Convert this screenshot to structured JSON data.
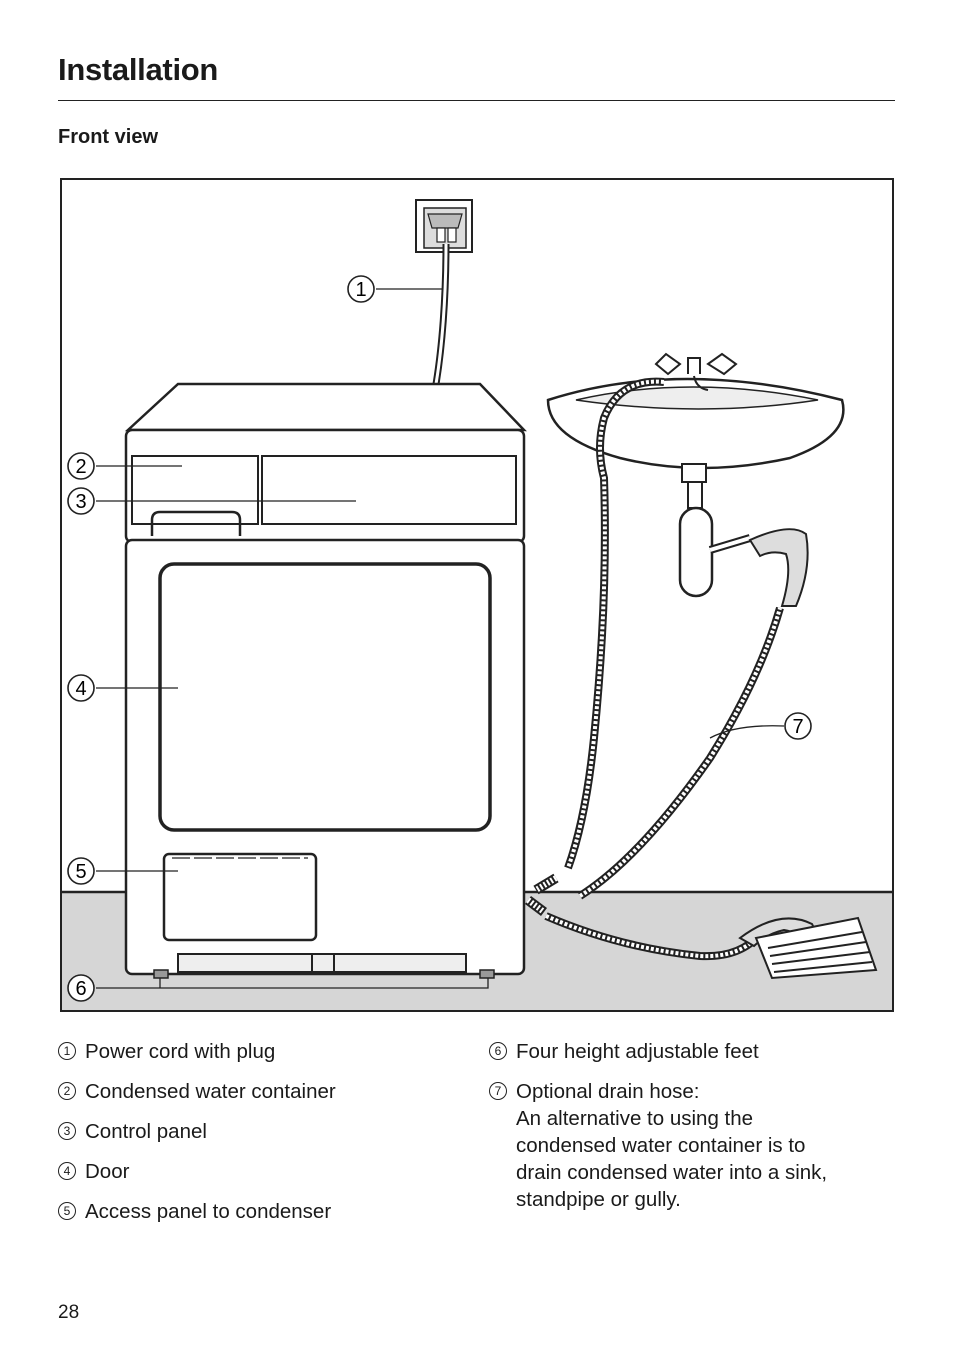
{
  "page": {
    "title": "Installation",
    "section_heading": "Front view",
    "page_number": "28"
  },
  "figure": {
    "callouts": [
      "1",
      "2",
      "3",
      "4",
      "5",
      "6",
      "7"
    ]
  },
  "legend": {
    "items": [
      {
        "num": "1",
        "text": "Power cord with plug"
      },
      {
        "num": "2",
        "text": "Condensed water container"
      },
      {
        "num": "3",
        "text": "Control panel"
      },
      {
        "num": "4",
        "text": "Door"
      },
      {
        "num": "5",
        "text": "Access panel to condenser"
      },
      {
        "num": "6",
        "text": "Four height adjustable feet"
      },
      {
        "num": "7",
        "text": "Optional drain hose:",
        "description": "An alternative to using the\ncondensed water container is to\ndrain condensed water into a sink,\nstandpipe or gully."
      }
    ]
  }
}
